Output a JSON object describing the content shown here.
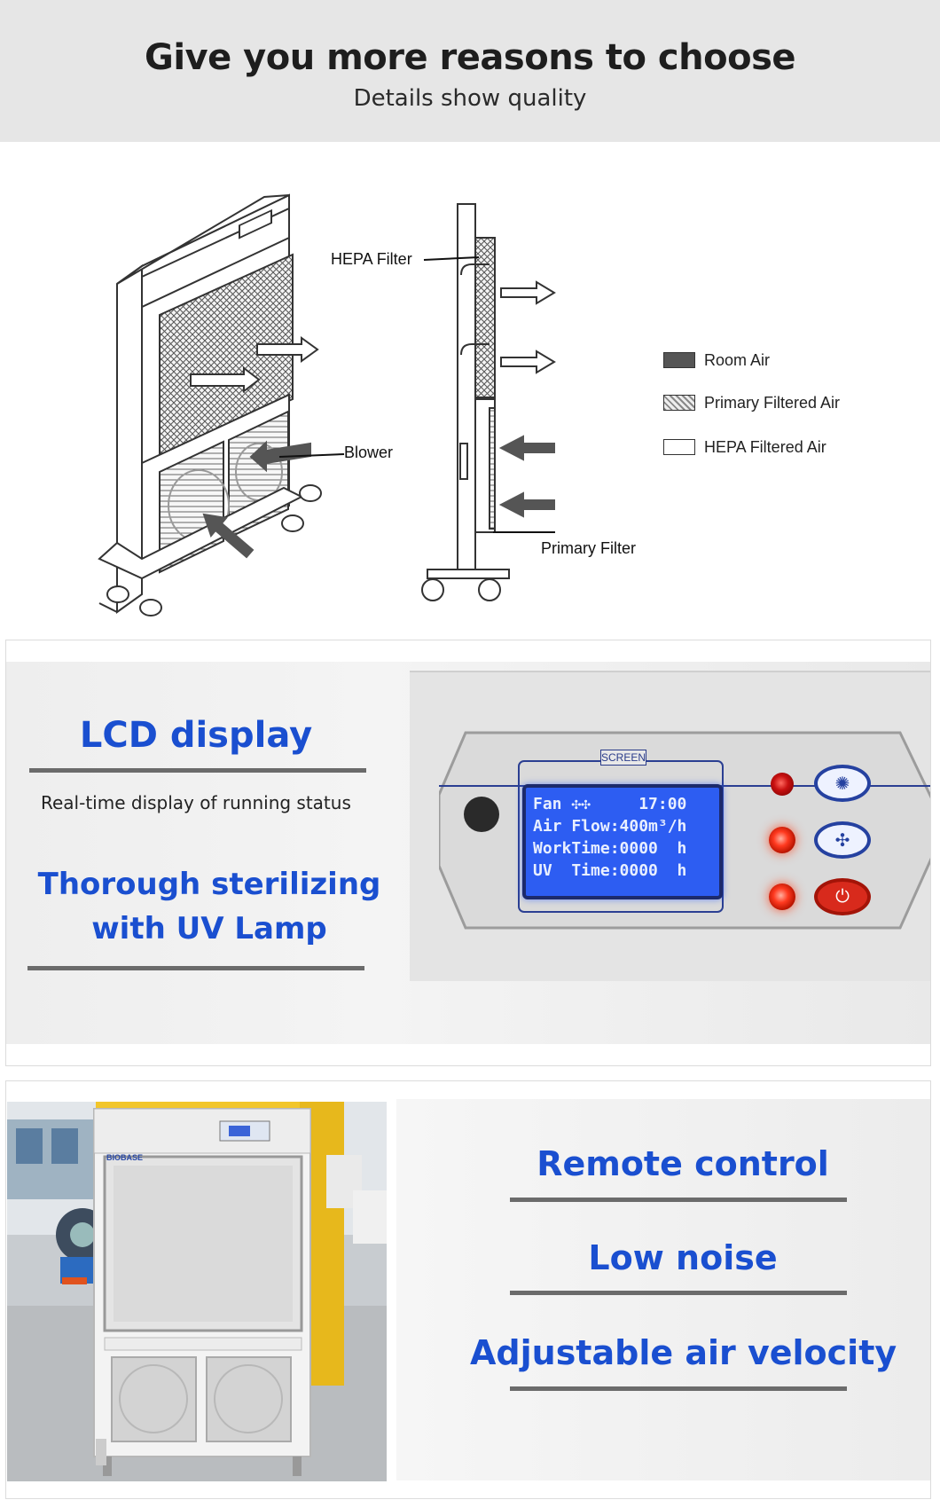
{
  "header": {
    "title": "Give you more reasons to choose",
    "subtitle": "Details show quality"
  },
  "diagram": {
    "labels": {
      "hepa_filter": "HEPA Filter",
      "blower": "Blower",
      "primary_filter": "Primary Filter"
    },
    "legend": [
      {
        "label": "Room Air",
        "swatch": "room"
      },
      {
        "label": "Primary Filtered Air",
        "swatch": "primary"
      },
      {
        "label": "HEPA Filtered Air",
        "swatch": "hepa"
      }
    ]
  },
  "lcd_section": {
    "title": "LCD display",
    "description": "Real-time display of running status",
    "uv_title_line1": "Thorough sterilizing",
    "uv_title_line2": "with UV Lamp",
    "panel": {
      "screen_tag": "SCREEN",
      "lines": [
        "Fan ✣✣     17:00",
        "Air Flow:400m³/h",
        "WorkTime:0000  h",
        "UV  Time:0000  h"
      ],
      "buttons": [
        "light-icon",
        "fan-icon",
        "power-icon"
      ]
    }
  },
  "photo_section": {
    "brand": "BIOBASE",
    "features": [
      "Remote control",
      "Low noise",
      "Adjustable air velocity"
    ]
  },
  "colors": {
    "accent_blue": "#1a4fd0",
    "rule_gray": "#6b6b6b",
    "header_bg": "#e6e6e6"
  }
}
